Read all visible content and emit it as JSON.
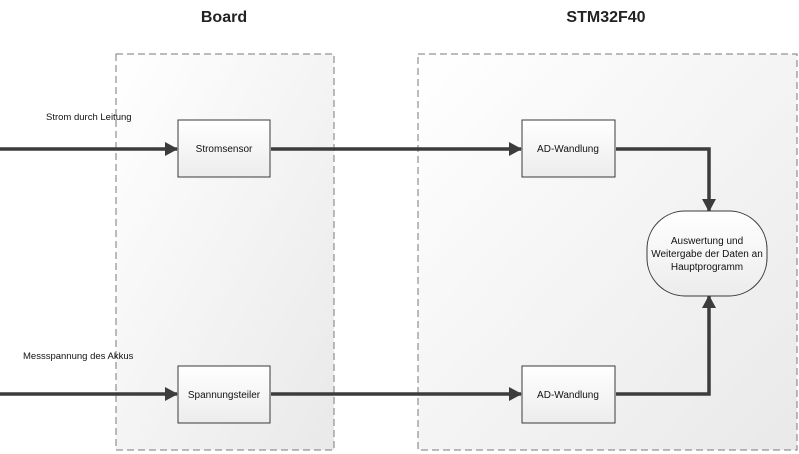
{
  "groups": {
    "board": {
      "title": "Board"
    },
    "stm32": {
      "title": "STM32F40"
    }
  },
  "inputs": {
    "current": {
      "label": "Strom durch Leitung"
    },
    "voltage": {
      "label": "Messspannung des Akkus"
    }
  },
  "blocks": {
    "current_sensor": {
      "label": "Stromsensor"
    },
    "voltage_divider": {
      "label": "Spannungsteiler"
    },
    "adc_top": {
      "label": "AD-Wandlung"
    },
    "adc_bottom": {
      "label": "AD-Wandlung"
    },
    "evaluation": {
      "lines": [
        "Auswertung und",
        "Weitergabe der Daten an",
        "Hauptprogramm"
      ]
    }
  },
  "colors": {
    "connector": "#3c3c3c",
    "box_border": "#3a3a3a",
    "group_border": "#7a7a7a"
  }
}
